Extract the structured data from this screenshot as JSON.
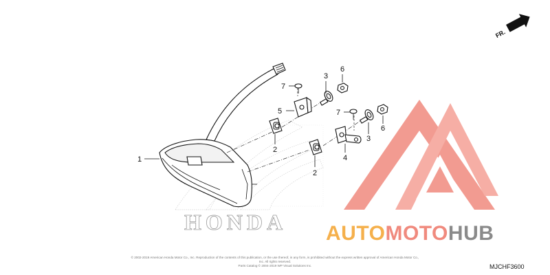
{
  "diagram": {
    "front_indicator": "FR.",
    "callouts": [
      {
        "id": "c1",
        "label": "1"
      },
      {
        "id": "c2a",
        "label": "2"
      },
      {
        "id": "c2b",
        "label": "2"
      },
      {
        "id": "c3a",
        "label": "3"
      },
      {
        "id": "c3b",
        "label": "3"
      },
      {
        "id": "c4",
        "label": "4"
      },
      {
        "id": "c5",
        "label": "5"
      },
      {
        "id": "c6a",
        "label": "6"
      },
      {
        "id": "c6b",
        "label": "6"
      },
      {
        "id": "c7a",
        "label": "7"
      },
      {
        "id": "c7b",
        "label": "7"
      }
    ],
    "brand_logo_text": "HONDA",
    "copyright_line1": "© 2002-2019 American Honda Motor Co., Inc. Reproduction of the contents of this publication, or the use thereof, in any form, is prohibited without the express written approval of American Honda Motor Co., Inc. All rights reserved.",
    "copyright_line2": "Parts Catalog © 2004-2019 WP Visual Solutions Inc.",
    "diagram_code": "MJCHF3600"
  },
  "watermark": {
    "part1": "AUTO",
    "part2": "MOTO",
    "part3": "HUB",
    "color_orange": "#f5b04c",
    "color_red": "#f08a7e",
    "color_gray": "#8a8a8a"
  }
}
